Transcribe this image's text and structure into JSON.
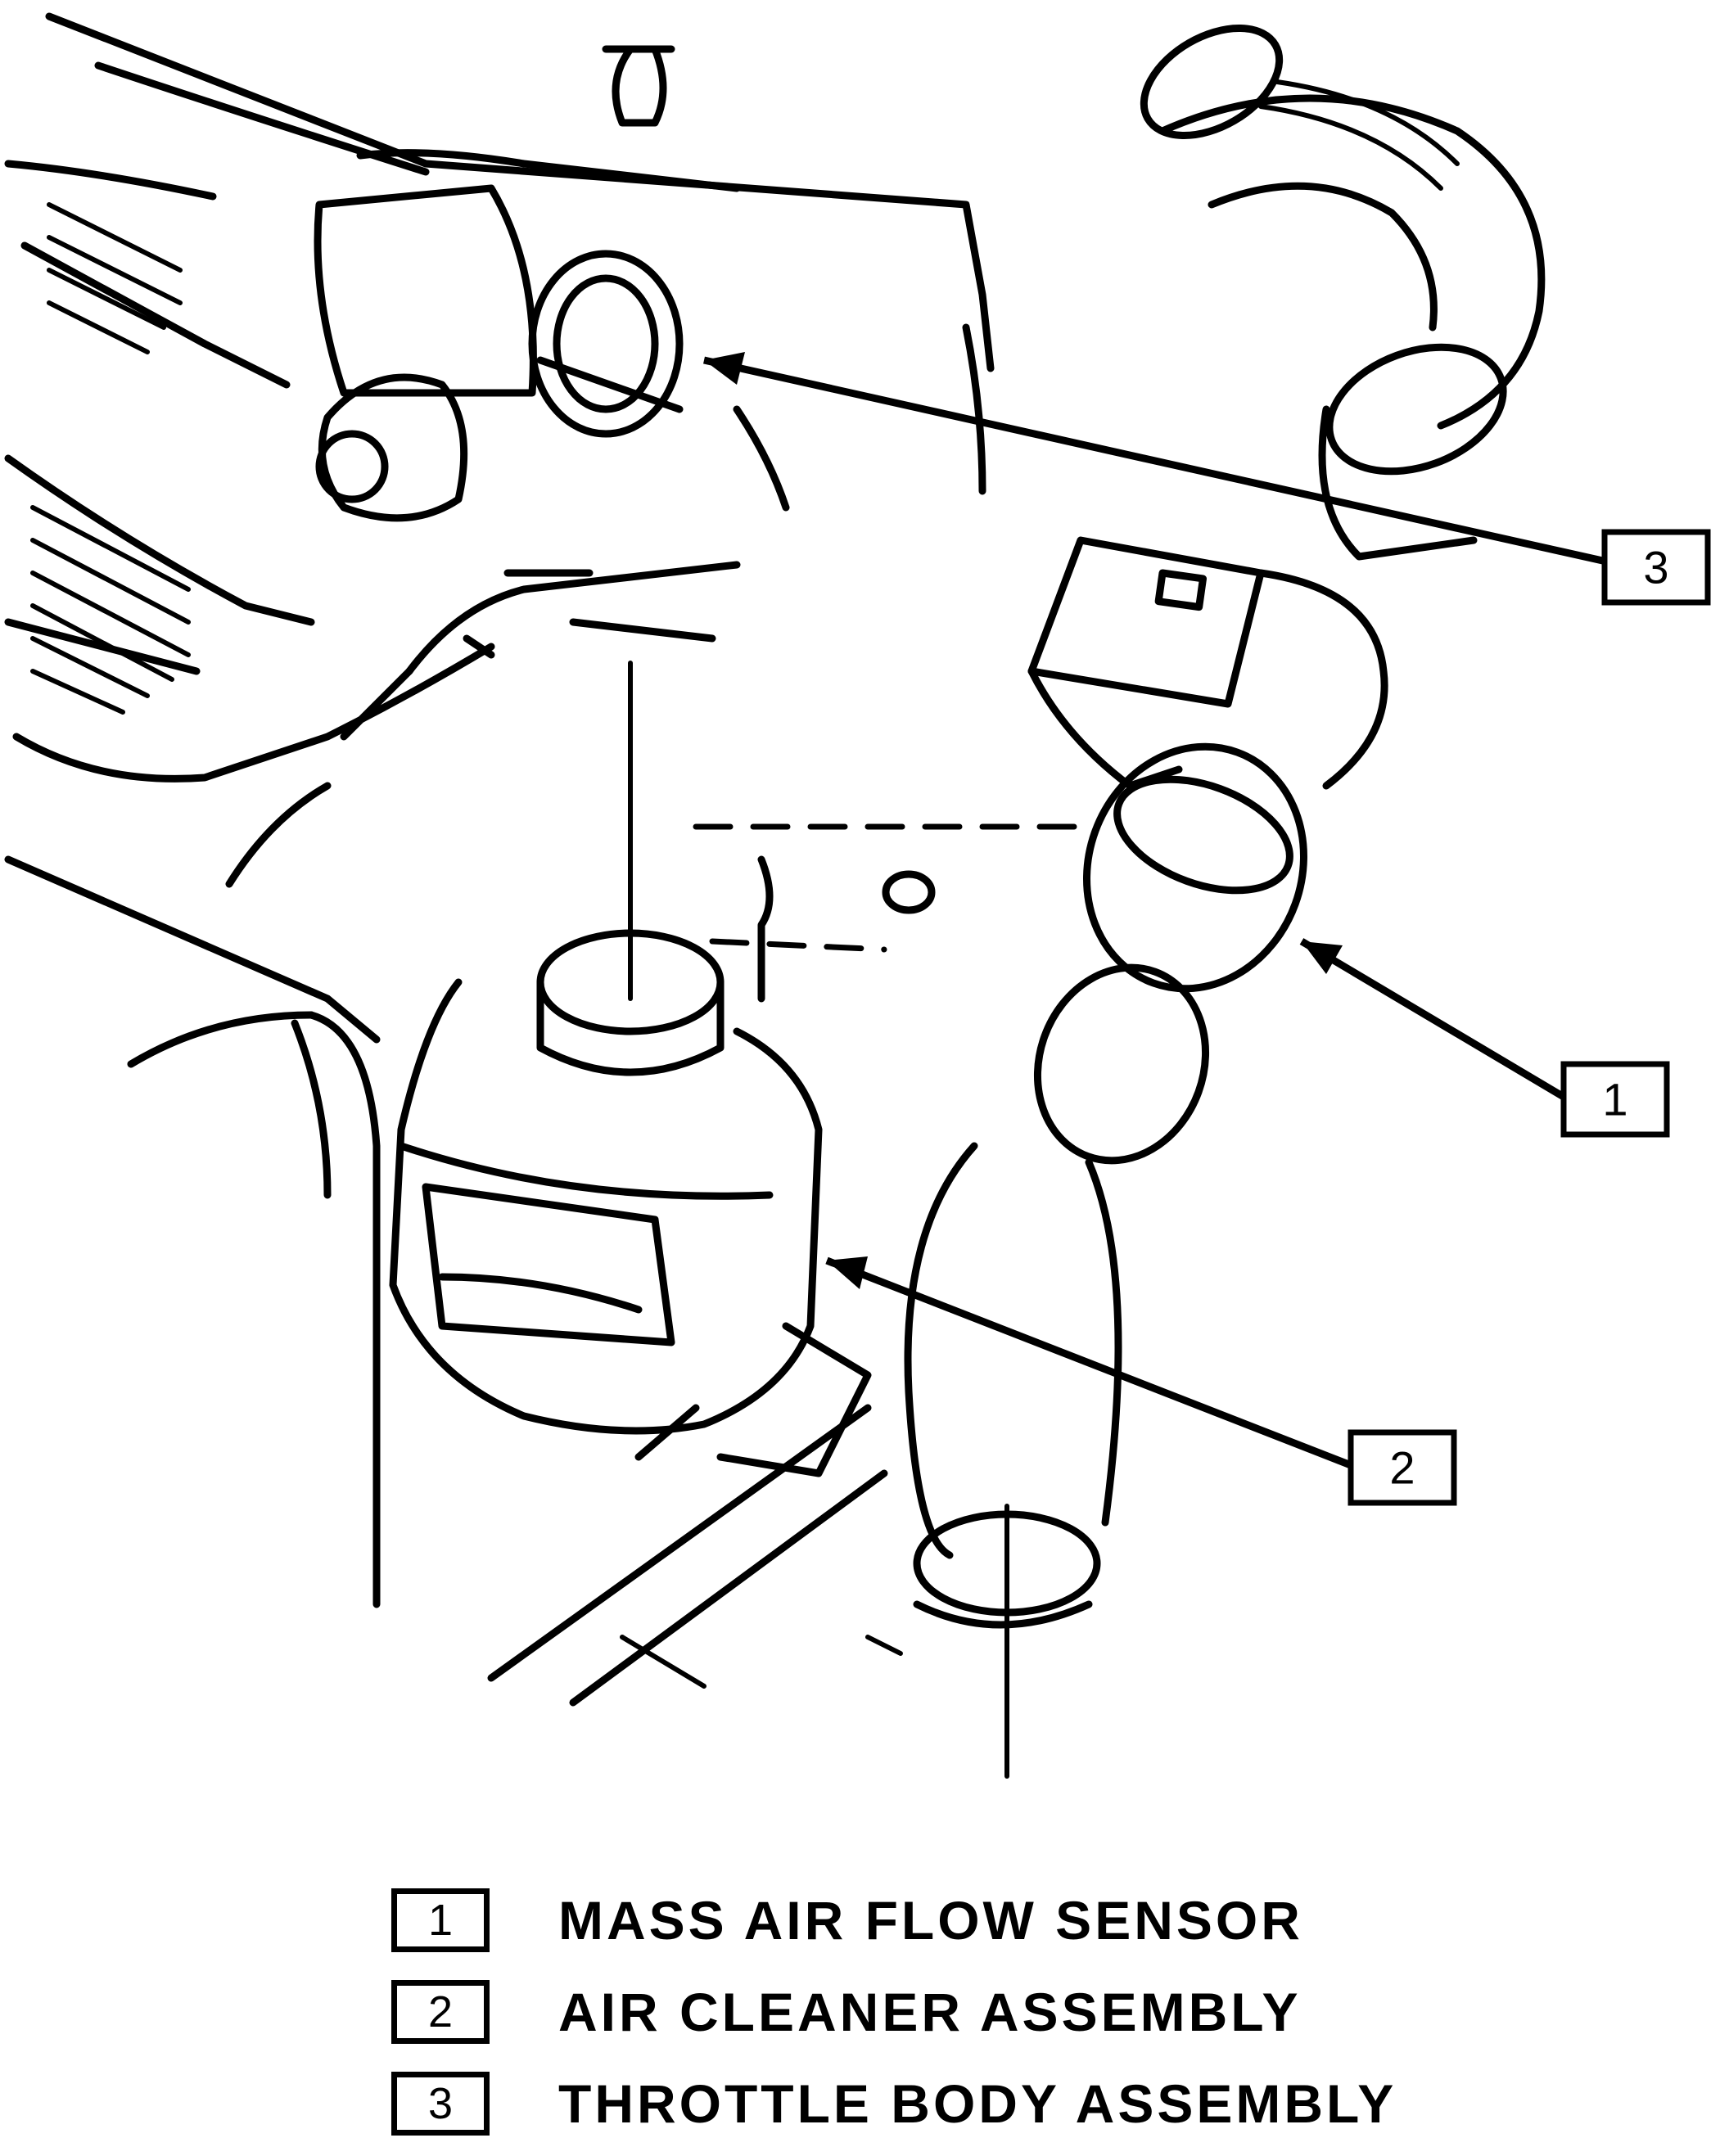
{
  "callouts": [
    {
      "number": "1",
      "part": "mass-air-flow-sensor"
    },
    {
      "number": "2",
      "part": "air-cleaner-assembly"
    },
    {
      "number": "3",
      "part": "throttle-body-assembly"
    }
  ],
  "legend": [
    {
      "number": "1",
      "label": "MASS AIR FLOW SENSOR"
    },
    {
      "number": "2",
      "label": "AIR CLEANER ASSEMBLY"
    },
    {
      "number": "3",
      "label": "THROTTLE BODY ASSEMBLY"
    }
  ],
  "colors": {
    "ink": "#000000",
    "background": "#ffffff"
  }
}
